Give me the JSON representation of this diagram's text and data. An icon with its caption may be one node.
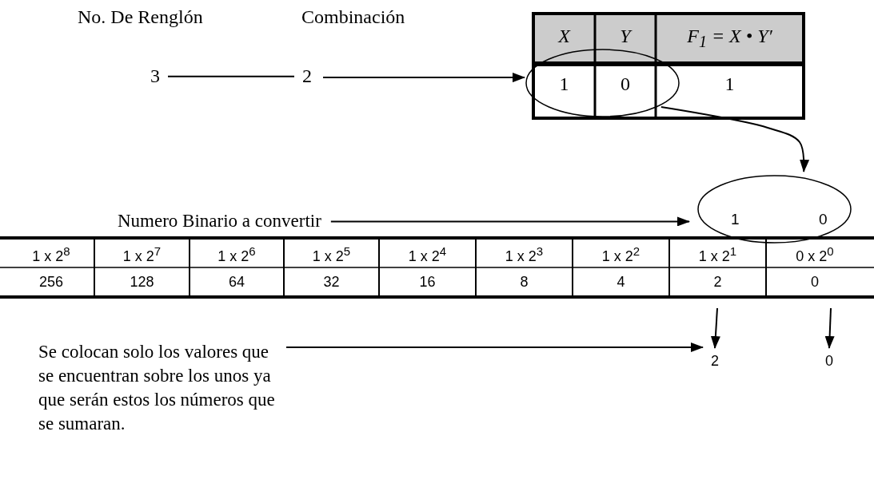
{
  "diagram": {
    "nodes": [
      {
        "text": [
          "3"
        ]
      },
      {
        "text": [
          "2"
        ]
      },
      {
        "text": [],
        "shape": "ellipse"
      },
      {
        "text": [
          "Numero Binario a convertir"
        ]
      },
      {
        "text": [
          "1",
          "0"
        ]
      },
      {
        "text": [
          "Se colocan solo los valores que se encuentran sobre los unos ya que serán estos los números que se sumaran."
        ]
      },
      {
        "text": [
          "2"
        ]
      },
      {
        "text": [
          "0"
        ]
      }
    ],
    "edges": [
      {
        "from": 0,
        "to": 1,
        "arrow": "none"
      },
      {
        "from": 1,
        "to": 2,
        "arrow": "to"
      },
      {
        "from": 2,
        "to": 4,
        "arrow": "to"
      },
      {
        "from": 3,
        "to": 4,
        "arrow": "to"
      },
      {
        "from": 5,
        "to": 6,
        "arrow": "to"
      },
      {
        "from": null,
        "to": 6,
        "arrow": "to"
      },
      {
        "from": null,
        "to": 7,
        "arrow": "to"
      }
    ],
    "labels": [
      "No. De Renglón",
      "Combinación",
      "X",
      "Y",
      "F$_{1}$ = X • Y′",
      "1",
      "0",
      "1",
      "1 x 2$^{8}$",
      "1 x 2$^{7}$",
      "1 x 2$^{6}$",
      "1 x 2$^{5}$",
      "1 x 2$^{4}$",
      "1 x 2$^{3}$",
      "1 x 2$^{2}$",
      "1 x 2$^{1}$",
      "0 x 2$^{0}$",
      "256",
      "128",
      "64",
      "32",
      "16",
      "8",
      "4",
      "2",
      "0"
    ]
  }
}
